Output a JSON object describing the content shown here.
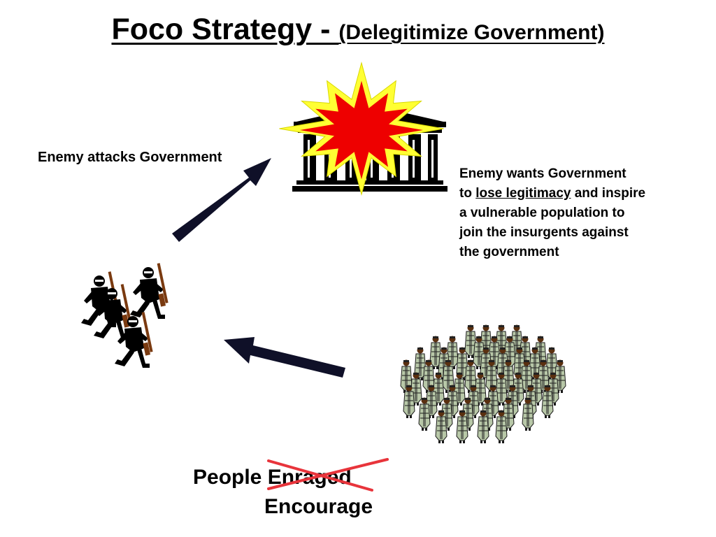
{
  "title": {
    "main": "Foco Strategy - ",
    "sub": "(Delegitimize Government)"
  },
  "labels": {
    "attack": "Enemy attacks Government",
    "goal_line1": "Enemy wants Government",
    "goal_line2_pre": "to ",
    "goal_line2_underlined": "lose legitimacy",
    "goal_line2_post": " and inspire",
    "goal_line3": "a vulnerable population to",
    "goal_line4": "join the insurgents against",
    "goal_line5": "the government",
    "people": "People ",
    "enraged_crossed": "Enraged",
    "encourage": "Encourage"
  },
  "icons": {
    "government": "government-building-icon",
    "explosion": "explosion-icon",
    "insurgents": "armed-insurgents-icon",
    "population": "population-crowd-icon"
  },
  "colors": {
    "arrow": "#0f1028",
    "explosion_outer": "#ffff33",
    "explosion_inner": "#ee0000",
    "strike": "#e8343b",
    "rifle": "#7a3a10"
  }
}
